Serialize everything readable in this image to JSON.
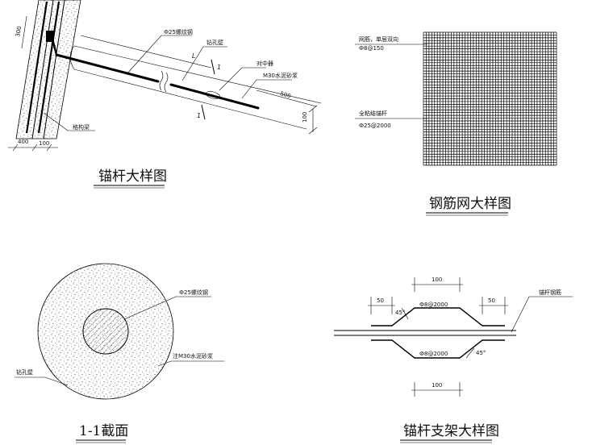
{
  "colors": {
    "ink": "#000000",
    "paper": "#ffffff"
  },
  "anchor_detail": {
    "title": "锚杆大样图",
    "rebar_label": "Ф25螺纹钢",
    "hole_wall_label": "钻孔壁",
    "centralizer_label": "对中器",
    "grout_label": "M30水泥砂浆",
    "beam_label": "格构梁",
    "dim_300": "300",
    "dim_500": "500",
    "dim_100_right": "100",
    "dim_400": "400",
    "dim_100_bottom": "100",
    "length_label": "L",
    "section_mark_top": "1",
    "section_mark_bottom": "1"
  },
  "mesh_detail": {
    "title": "钢筋网大样图",
    "mesh_label_line1": "网筋，单层双向",
    "mesh_label_line2": "Ф8@150",
    "anchor_label_line1": "全粘结锚杆",
    "anchor_label_line2": "Ф25@2000"
  },
  "section_detail": {
    "title": "1-1截面",
    "rebar_label": "Ф25螺纹钢",
    "grout_label": "注M30水泥砂浆",
    "hole_wall_label": "钻孔壁"
  },
  "bracket_detail": {
    "title": "锚杆支架大样图",
    "dim_top": "100",
    "dim_left": "50",
    "dim_right": "50",
    "dim_bottom": "100",
    "angle_top": "45°",
    "angle_bottom": "45°",
    "bar_top_label": "Ф8@2000",
    "bar_bottom_label": "Ф8@2000",
    "anchor_rebar_label": "锚杆钢筋"
  }
}
